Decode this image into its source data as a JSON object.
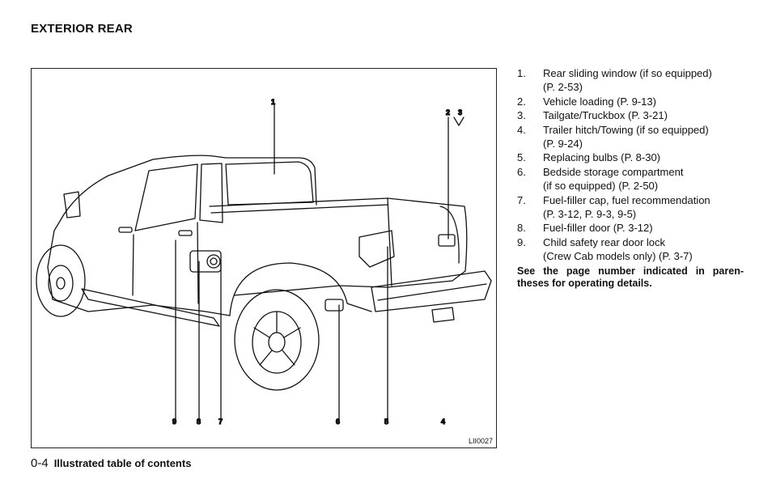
{
  "header": {
    "title": "EXTERIOR REAR"
  },
  "figure": {
    "code": "LII0027",
    "callouts": [
      "1",
      "2",
      "3",
      "4",
      "5",
      "6",
      "7",
      "8",
      "9"
    ]
  },
  "legend": {
    "items": [
      {
        "num": "1.",
        "lines": [
          "Rear sliding window (if so equipped)",
          "(P. 2-53)"
        ]
      },
      {
        "num": "2.",
        "lines": [
          "Vehicle loading (P. 9-13)"
        ]
      },
      {
        "num": "3.",
        "lines": [
          "Tailgate/Truckbox (P. 3-21)"
        ]
      },
      {
        "num": "4.",
        "lines": [
          "Trailer hitch/Towing (if so equipped)",
          "(P. 9-24)"
        ]
      },
      {
        "num": "5.",
        "lines": [
          "Replacing bulbs (P. 8-30)"
        ]
      },
      {
        "num": "6.",
        "lines": [
          "Bedside storage compartment",
          "(if so equipped) (P. 2-50)"
        ]
      },
      {
        "num": "7.",
        "lines": [
          "Fuel-filler cap, fuel recommendation",
          "(P. 3-12, P. 9-3, 9-5)"
        ]
      },
      {
        "num": "8.",
        "lines": [
          "Fuel-filler door (P. 3-12)"
        ]
      },
      {
        "num": "9.",
        "lines": [
          "Child safety rear door lock",
          "(Crew Cab models only) (P. 3-7)"
        ]
      }
    ],
    "note": "See the page number indicated in paren-theses for operating details."
  },
  "footer": {
    "page": "0-4",
    "title": "Illustrated table of contents"
  }
}
